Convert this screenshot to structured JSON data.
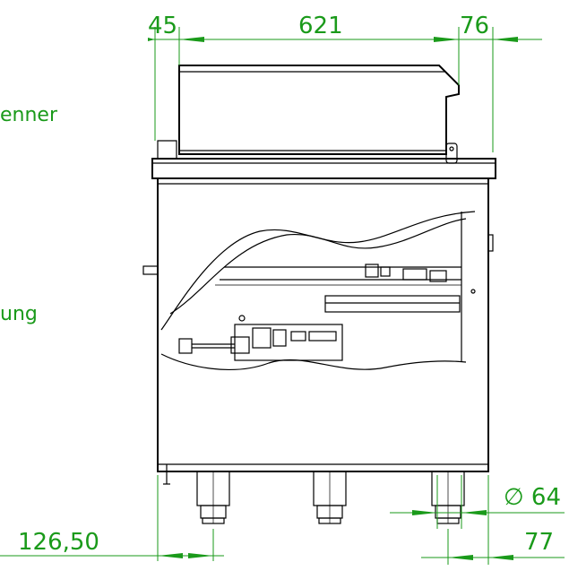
{
  "labels": {
    "left_top": "enner",
    "left_mid": "ung"
  },
  "dimensions": {
    "d45": "45",
    "d621": "621",
    "d76": "76",
    "d126": "126,50",
    "d64": "∅ 64",
    "d77": "77"
  },
  "colors": {
    "dimension": "#1a9a1a",
    "ink": "#000000"
  }
}
